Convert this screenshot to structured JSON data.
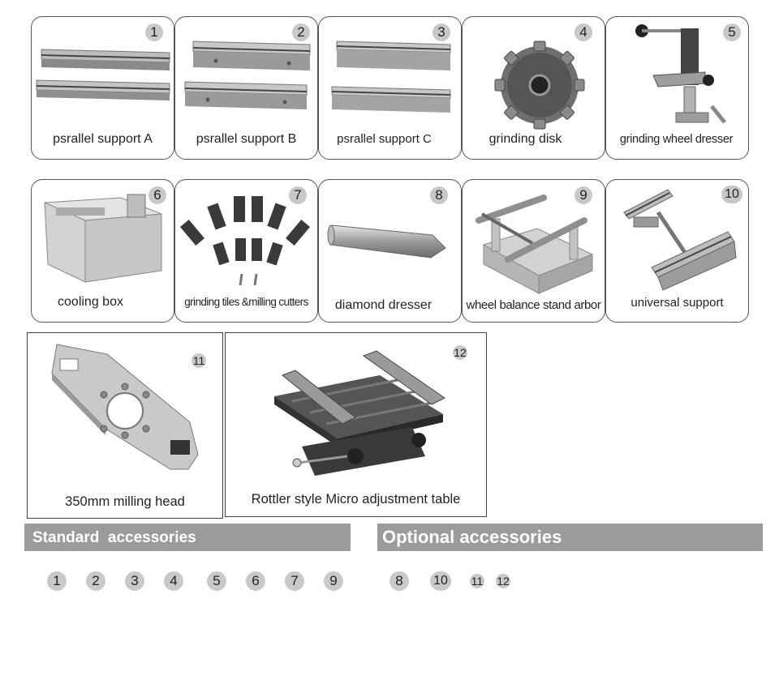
{
  "items": [
    {
      "num": "1",
      "label": "psrallel  support A",
      "icon": "parallel-bars-icon"
    },
    {
      "num": "2",
      "label": "psrallel  support   B",
      "icon": "parallel-bars-icon"
    },
    {
      "num": "3",
      "label": "psrallel  support C",
      "icon": "parallel-bars-icon"
    },
    {
      "num": "4",
      "label": "grinding disk",
      "icon": "grinding-disk-icon"
    },
    {
      "num": "5",
      "label": "grinding wheel dresser",
      "icon": "wheel-dresser-icon"
    },
    {
      "num": "6",
      "label": "cooling box",
      "icon": "cooling-box-icon"
    },
    {
      "num": "7",
      "label": "grinding tiles &milling cutters",
      "icon": "grinding-tiles-icon"
    },
    {
      "num": "8",
      "label": "diamond dresser",
      "icon": "diamond-dresser-icon"
    },
    {
      "num": "9",
      "label": "wheel balance stand arbor",
      "icon": "balance-stand-icon"
    },
    {
      "num": "10",
      "label": "universal support",
      "icon": "universal-support-icon"
    },
    {
      "num": "11",
      "label": "350mm milling head",
      "icon": "milling-head-icon"
    },
    {
      "num": "12",
      "label": "Rottler style Micro adjustment table",
      "icon": "adjustment-table-icon"
    }
  ],
  "standard": {
    "title": "Standard  accessories",
    "numbers": [
      "1",
      "2",
      "3",
      "4",
      "5",
      "6",
      "7",
      "9"
    ]
  },
  "optional": {
    "title": "Optional accessories",
    "numbers": [
      "8",
      "10",
      "11",
      "12"
    ]
  }
}
